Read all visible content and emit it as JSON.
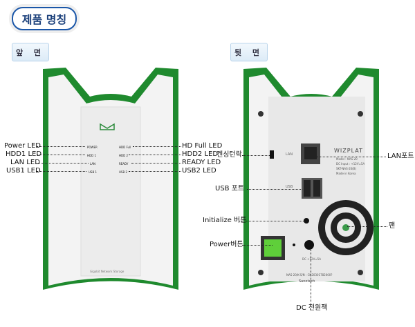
{
  "title": "제품 명칭",
  "front": {
    "tab": "앞 면",
    "left_labels": [
      "Power LED",
      "HDD1 LED",
      "LAN LED",
      "USB1 LED"
    ],
    "right_labels": [
      "HD Full LED",
      "HDD2 LED",
      "READY LED",
      "USB2 LED"
    ],
    "panel_left": [
      "POWER",
      "HDD 1",
      "LAN",
      "USB 1"
    ],
    "panel_right": [
      "HDD Full",
      "HDD 2",
      "READY",
      "USB 2"
    ],
    "bottom_text": "Gigabit Network Storage"
  },
  "back": {
    "tab": "뒷 면",
    "labels": {
      "kensington": "켄싱턴락",
      "lan": "LAN포트",
      "usb": "USB 포트",
      "init": "Initialize 버튼",
      "fan": "팬",
      "power": "Power버튼",
      "dc": "DC 전원잭"
    },
    "panel": {
      "lan": "LAN",
      "usb": "USB",
      "brand": "WIZPLAT",
      "model": "Model : NAS-20",
      "dc_input": "DC Input : +12V=5A",
      "skt": "SKT-NAS-20(B)",
      "made": "Made in Korea",
      "dc": "DC +12V=5A",
      "serial": "NAS-20/K-S/N : CN20301782000?",
      "maker": "Sanotech"
    }
  },
  "colors": {
    "green": "#1f8a2e",
    "title_border": "#1a56a8"
  }
}
